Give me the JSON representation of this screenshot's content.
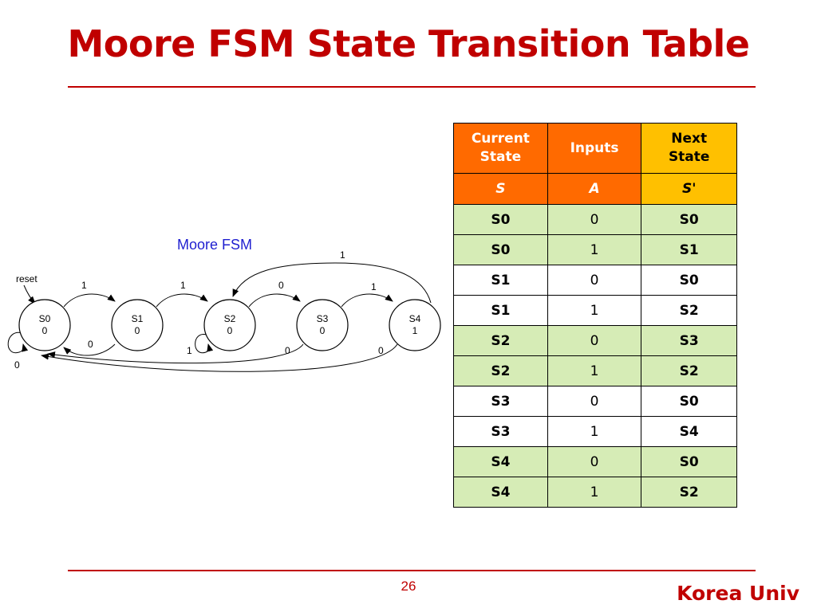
{
  "slide": {
    "title": "Moore FSM State Transition Table",
    "page_number": "26",
    "brand": "Korea Univ"
  },
  "diagram": {
    "label": "Moore FSM",
    "reset_label": "reset",
    "states": [
      {
        "name": "S0",
        "output": "0"
      },
      {
        "name": "S1",
        "output": "0"
      },
      {
        "name": "S2",
        "output": "0"
      },
      {
        "name": "S3",
        "output": "0"
      },
      {
        "name": "S4",
        "output": "1"
      }
    ],
    "transitions": [
      {
        "from": "S0",
        "to": "S0",
        "label": "0"
      },
      {
        "from": "S0",
        "to": "S1",
        "label": "1"
      },
      {
        "from": "S1",
        "to": "S0",
        "label": "0"
      },
      {
        "from": "S1",
        "to": "S2",
        "label": "1"
      },
      {
        "from": "S2",
        "to": "S2",
        "label": "1"
      },
      {
        "from": "S2",
        "to": "S3",
        "label": "0"
      },
      {
        "from": "S3",
        "to": "S0",
        "label": "0"
      },
      {
        "from": "S3",
        "to": "S4",
        "label": "1"
      },
      {
        "from": "S4",
        "to": "S0",
        "label": "0"
      },
      {
        "from": "S4",
        "to": "S2",
        "label": "1"
      }
    ]
  },
  "table": {
    "headers": [
      "Current State",
      "Inputs",
      "Next State"
    ],
    "symbols": [
      "S",
      "A",
      "S'"
    ],
    "rows": [
      [
        "S0",
        "0",
        "S0"
      ],
      [
        "S0",
        "1",
        "S1"
      ],
      [
        "S1",
        "0",
        "S0"
      ],
      [
        "S1",
        "1",
        "S2"
      ],
      [
        "S2",
        "0",
        "S3"
      ],
      [
        "S2",
        "1",
        "S2"
      ],
      [
        "S3",
        "0",
        "S0"
      ],
      [
        "S3",
        "1",
        "S4"
      ],
      [
        "S4",
        "0",
        "S0"
      ],
      [
        "S4",
        "1",
        "S2"
      ]
    ]
  },
  "colors": {
    "title_red": "#c00000",
    "header_orange": "#ff6a00",
    "header_yellow": "#ffc000",
    "row_green": "#d6ecb6",
    "label_blue": "#1f1fd0"
  }
}
